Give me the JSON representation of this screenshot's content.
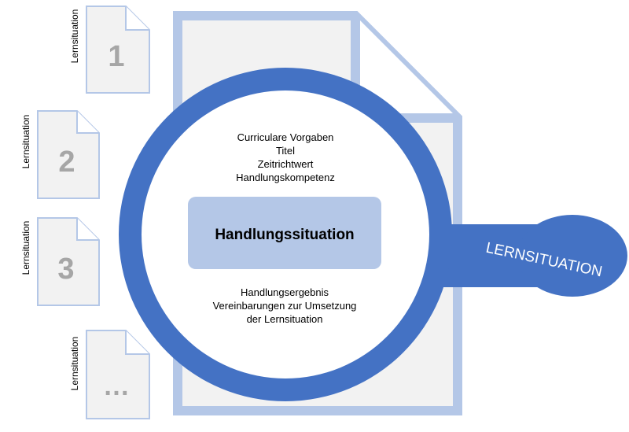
{
  "colors": {
    "doc_fill": "#f2f2f2",
    "doc_stroke": "#b4c7e7",
    "lens_ring": "#4472c4",
    "lens_fill": "#ffffff",
    "handle": "#4472c4",
    "highlight_box": "#b4c7e7",
    "number_text": "#a6a6a6",
    "body_text": "#000000",
    "handle_text": "#ffffff"
  },
  "small_docs": [
    {
      "label": "Lernsituation",
      "number": "1"
    },
    {
      "label": "Lernsituation",
      "number": "2"
    },
    {
      "label": "Lernsituation",
      "number": "3"
    },
    {
      "label": "Lernsituation",
      "number": "…"
    }
  ],
  "lens": {
    "top_lines": [
      "Curriculare Vorgaben",
      "Titel",
      "Zeitrichtwert",
      "Handlungskompetenz"
    ],
    "highlight": "Handlungssituation",
    "bottom_lines": [
      "Handlungsergebnis",
      "Vereinbarungen zur Umsetzung",
      "der Lernsituation"
    ]
  },
  "handle": {
    "label": "LERNSITUATION"
  }
}
